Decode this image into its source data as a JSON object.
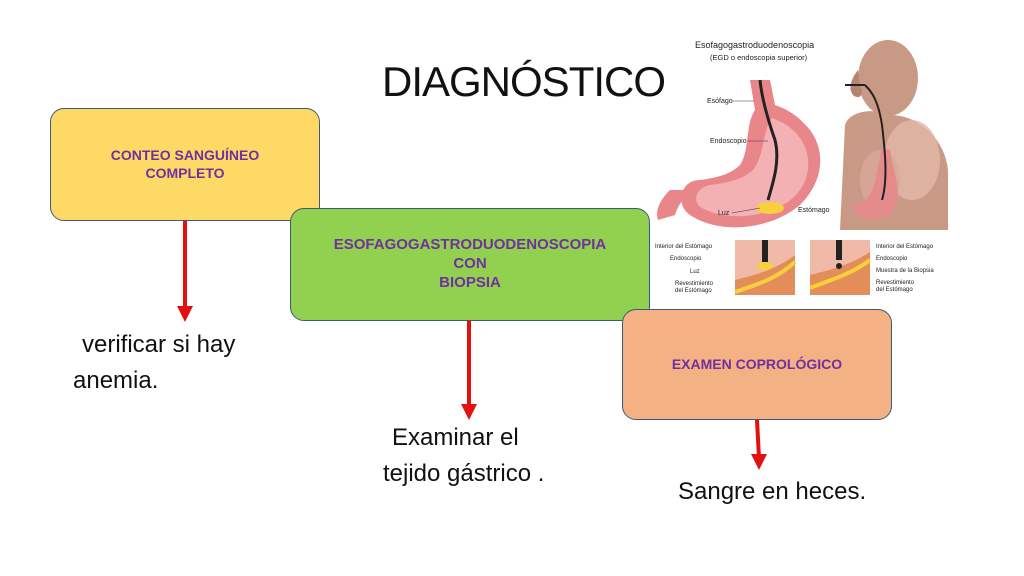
{
  "title": "DIAGNÓSTICO",
  "boxes": {
    "blood_count": {
      "line1": "CONTEO SANGUÍNEO",
      "line2": "COMPLETO",
      "color": "#ffd966"
    },
    "endoscopy": {
      "line1": "ESOFAGOGASTRODUODENOSCOPIA",
      "line2": "CON",
      "line3": "BIOPSIA",
      "color": "#92d050"
    },
    "stool_exam": {
      "line1": "EXAMEN COPROLÓGICO",
      "color": "#f4b183"
    }
  },
  "results": {
    "blood_count_line1": "verificar si hay",
    "blood_count_line2": "anemia.",
    "endoscopy_line1": "Examinar el",
    "endoscopy_line2": "tejido gástrico .",
    "stool_exam": "Sangre en heces."
  },
  "illustration": {
    "title": "Esofagogastroduodenoscopia",
    "subtitle": "(EGD o endoscopia superior)",
    "labels": {
      "esophagus": "Esófago",
      "endoscope": "Endoscopio",
      "light": "Luz",
      "stomach": "Estómago",
      "left_inset_interior": "Interior del Estómago",
      "left_inset_endoscope": "Endoscopio",
      "left_inset_light": "Luz",
      "left_inset_lining_1": "Revestimiento",
      "left_inset_lining_2": "del Estómago",
      "right_inset_interior": "Interior del Estómago",
      "right_inset_endoscope": "Endoscopio",
      "right_inset_biopsy": "Muestra de la Biopsia",
      "right_inset_lining_1": "Revestimiento",
      "right_inset_lining_2": "del Estómago"
    }
  },
  "colors": {
    "arrow": "#e31010",
    "box_text": "#7030a0",
    "box_border": "#3a5a7a"
  }
}
